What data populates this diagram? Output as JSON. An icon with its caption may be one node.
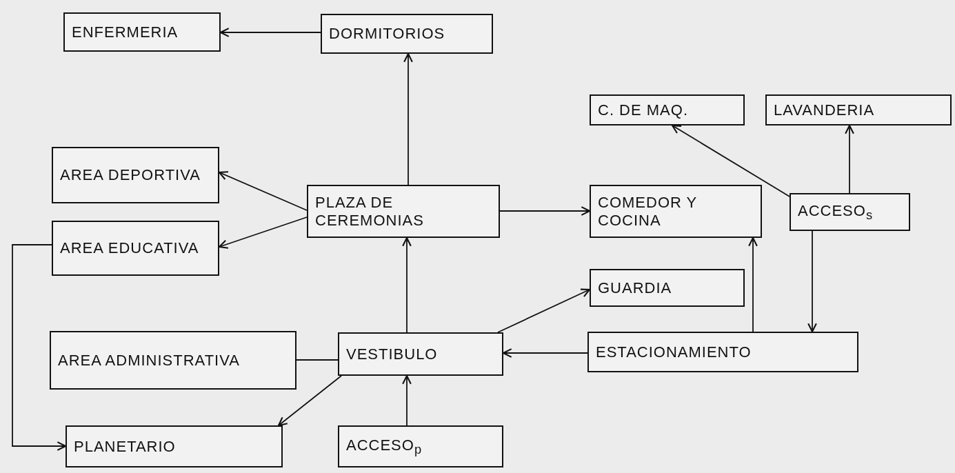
{
  "diagram": {
    "nodes": [
      {
        "text": [
          "ENFERMERIA"
        ]
      },
      {
        "text": [
          "DORMITORIOS"
        ]
      },
      {
        "text": [
          "C. DE MAQ."
        ]
      },
      {
        "text": [
          "LAVANDERIA"
        ]
      },
      {
        "text": [
          "AREA DEPORTIVA"
        ]
      },
      {
        "text": [
          "PLAZA DE CEREMONIAS"
        ]
      },
      {
        "text": [
          "COMEDOR Y COCINA"
        ]
      },
      {
        "text": [
          "ACCESO$_{s}$"
        ]
      },
      {
        "text": [
          "AREA EDUCATIVA"
        ]
      },
      {
        "text": [
          "GUARDIA"
        ]
      },
      {
        "text": [
          "AREA ADMINISTRATIVA"
        ]
      },
      {
        "text": [
          "VESTIBULO"
        ]
      },
      {
        "text": [
          "ESTACIONAMIENTO"
        ]
      },
      {
        "text": [
          "PLANETARIO"
        ]
      },
      {
        "text": [
          "ACCESO$_{p}$"
        ]
      }
    ],
    "edges": [
      {
        "from": 1,
        "to": 0,
        "arrow": "to"
      },
      {
        "from": 5,
        "to": 1,
        "arrow": "to"
      },
      {
        "from": 7,
        "to": 2,
        "arrow": "to"
      },
      {
        "from": 7,
        "to": 3,
        "arrow": "to"
      },
      {
        "from": 5,
        "to": 4,
        "arrow": "to"
      },
      {
        "from": 5,
        "to": 8,
        "arrow": "to"
      },
      {
        "from": 5,
        "to": 6,
        "arrow": "to"
      },
      {
        "from": 7,
        "to": 12,
        "arrow": "to"
      },
      {
        "from": 12,
        "to": 6,
        "arrow": "to"
      },
      {
        "from": 11,
        "to": 5,
        "arrow": "to"
      },
      {
        "from": 11,
        "to": 9,
        "arrow": "to"
      },
      {
        "from": 11,
        "to": 10,
        "arrow": "none"
      },
      {
        "from": 12,
        "to": 11,
        "arrow": "to"
      },
      {
        "from": 11,
        "to": 13,
        "arrow": "to"
      },
      {
        "from": 14,
        "to": 11,
        "arrow": "to"
      },
      {
        "from": 8,
        "to": 13,
        "arrow": "to"
      }
    ]
  }
}
